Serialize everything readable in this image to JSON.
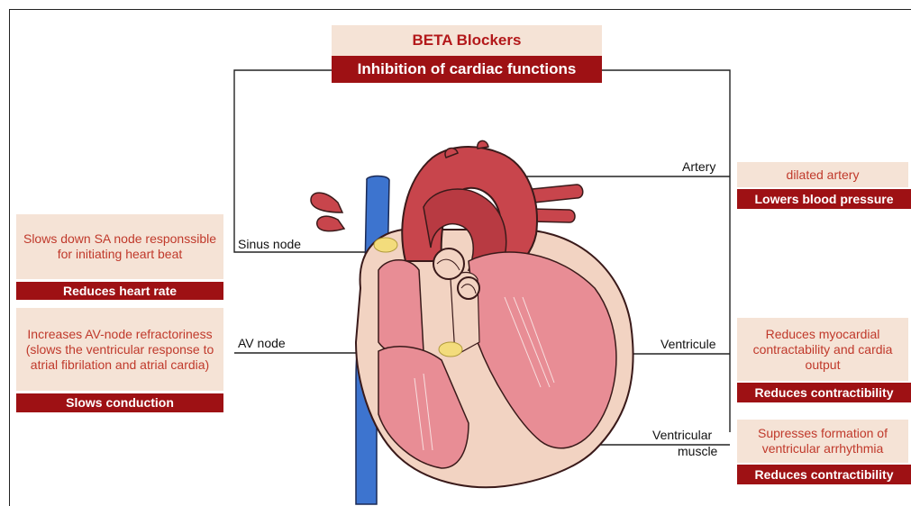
{
  "header": {
    "title": "BETA Blockers",
    "subtitle": "Inhibition of cardiac functions"
  },
  "labels": {
    "artery": "Artery",
    "sinus_node": "Sinus node",
    "av_node": "AV node",
    "ventricule": "Ventricule",
    "ventricular_muscle_1": "Ventricular",
    "ventricular_muscle_2": "muscle"
  },
  "left_cards": [
    {
      "desc": "Slows down SA node responssible for initiating heart beat",
      "effect": "Reduces heart rate"
    },
    {
      "desc": "Increases AV-node refractoriness (slows the ventricular response to atrial fibrilation and atrial cardia)",
      "effect": "Slows conduction"
    }
  ],
  "right_cards": [
    {
      "desc": "dilated artery",
      "effect": "Lowers blood pressure"
    },
    {
      "desc": "Reduces myocardial contractability and cardia output",
      "effect": "Reduces contractibility"
    },
    {
      "desc": "Supresses formation of ventricular arrhythmia",
      "effect": "Reduces contractibility"
    }
  ],
  "colors": {
    "accent_dark_red": "#9e1114",
    "card_beige": "#f5e3d6",
    "heart_red": "#c8454c",
    "vein_blue": "#3d74cf",
    "node_yellow": "#f3dc7c"
  }
}
